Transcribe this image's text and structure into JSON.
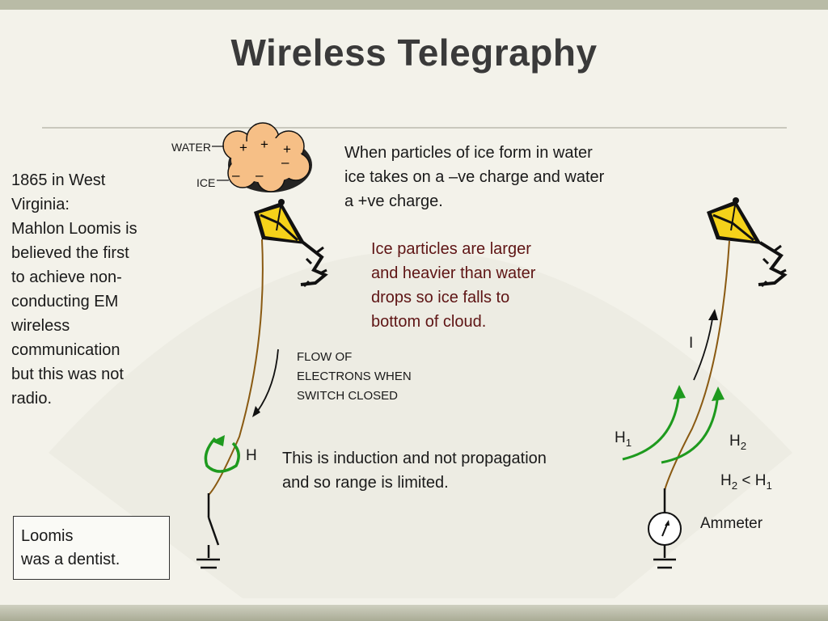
{
  "slide": {
    "title": "Wireless Telegraphy",
    "left_text": "1865 in West\nVirginia:\nMahlon Loomis  is\nbelieved the first\nto achieve non-\nconducting EM\nwireless\ncommunication\nbut this was not\nradio.",
    "top_text": "When particles of ice form in water\nice takes on a –ve charge and water\na +ve charge.",
    "ice_text": "Ice particles are larger\nand heavier than water\ndrops so ice falls to\nbottom of cloud.",
    "flow_text": "FLOW OF\n  ELECTRONS WHEN\nSWITCH CLOSED",
    "induction_text": "This is induction and not propagation\nand so range is limited.",
    "note_box": "Loomis\nwas a dentist."
  },
  "cloud": {
    "water_label": "WATER",
    "ice_label": "ICE",
    "plus_signs": [
      "+",
      "+",
      "+"
    ],
    "minus_signs": [
      "–",
      "–",
      "–"
    ]
  },
  "labels": {
    "h": "H",
    "i": "I",
    "h1_base": "H",
    "h1_sub": "1",
    "h2_base": "H",
    "h2_sub": "2",
    "compare_a": "H",
    "compare_a_sub": "2",
    "compare_op": " < ",
    "compare_b": "H",
    "compare_b_sub": "1",
    "ammeter": "Ammeter"
  },
  "colors": {
    "red_text": "#5e1414",
    "green_arrow": "#1e9a1e",
    "kite_string": "#8a5a12",
    "kite_yellow": "#f5d21a"
  }
}
